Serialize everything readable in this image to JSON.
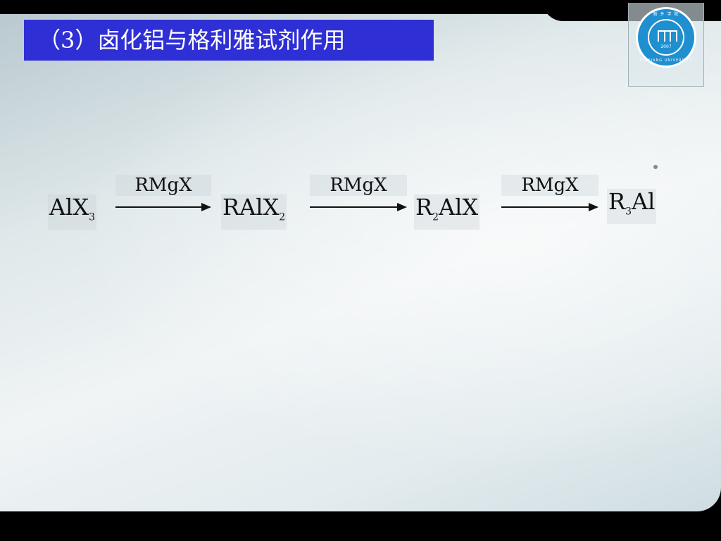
{
  "slide": {
    "title": "（3）卤化铝与格利雅试剂作用",
    "colors": {
      "title_background": "#2f2fd6",
      "title_text": "#ffffff",
      "frame": "#000000",
      "logo_seal": "#1f8fd0"
    }
  },
  "logo": {
    "icon": "university-seal-icon",
    "top_text": "新 乡 学 院",
    "year": "2007",
    "bottom_text": "XINXIANG UNIVERSITY"
  },
  "equation": {
    "species": [
      {
        "main": "AlX",
        "sub": "3",
        "prefix": "",
        "prefix_sub": ""
      },
      {
        "main": "RAlX",
        "sub": "2",
        "prefix": "",
        "prefix_sub": ""
      },
      {
        "main": "AlX",
        "sub": "",
        "prefix": "R",
        "prefix_sub": "2"
      },
      {
        "main": "Al",
        "sub": "",
        "prefix": "R",
        "prefix_sub": "3"
      }
    ],
    "arrows": [
      {
        "label": "RMgX"
      },
      {
        "label": "RMgX"
      },
      {
        "label": "RMgX"
      }
    ]
  }
}
